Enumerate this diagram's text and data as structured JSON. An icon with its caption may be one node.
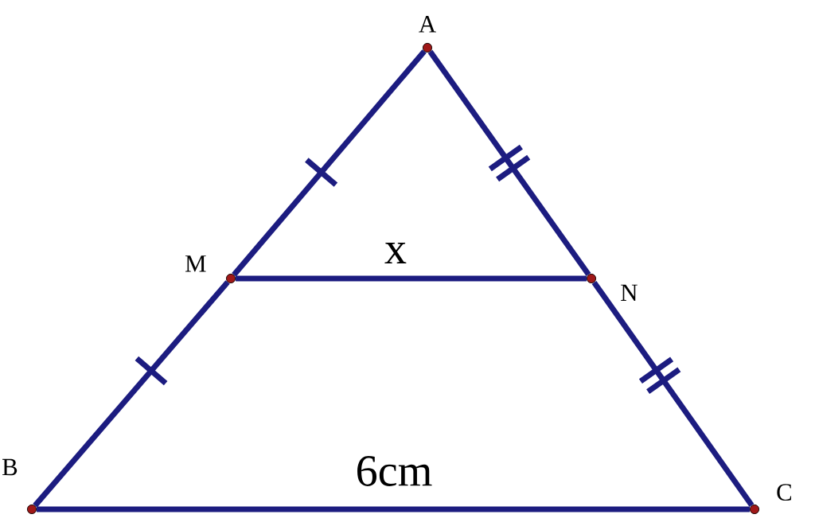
{
  "diagram": {
    "nodes": [
      {
        "text": [
          "A"
        ]
      },
      {
        "text": [
          "M"
        ]
      },
      {
        "text": [
          "N"
        ]
      },
      {
        "text": [
          "B"
        ]
      },
      {
        "text": [
          "C"
        ]
      }
    ],
    "edges": [
      {
        "from": 0,
        "to": 1,
        "arrow": "none"
      },
      {
        "from": 1,
        "to": 3,
        "arrow": "none"
      },
      {
        "from": 0,
        "to": 2,
        "arrow": "none"
      },
      {
        "from": 2,
        "to": 4,
        "arrow": "none"
      },
      {
        "from": 1,
        "to": 2,
        "arrow": "none",
        "label": "x"
      },
      {
        "from": 3,
        "to": 4,
        "arrow": "none",
        "label": "6cm"
      }
    ]
  }
}
